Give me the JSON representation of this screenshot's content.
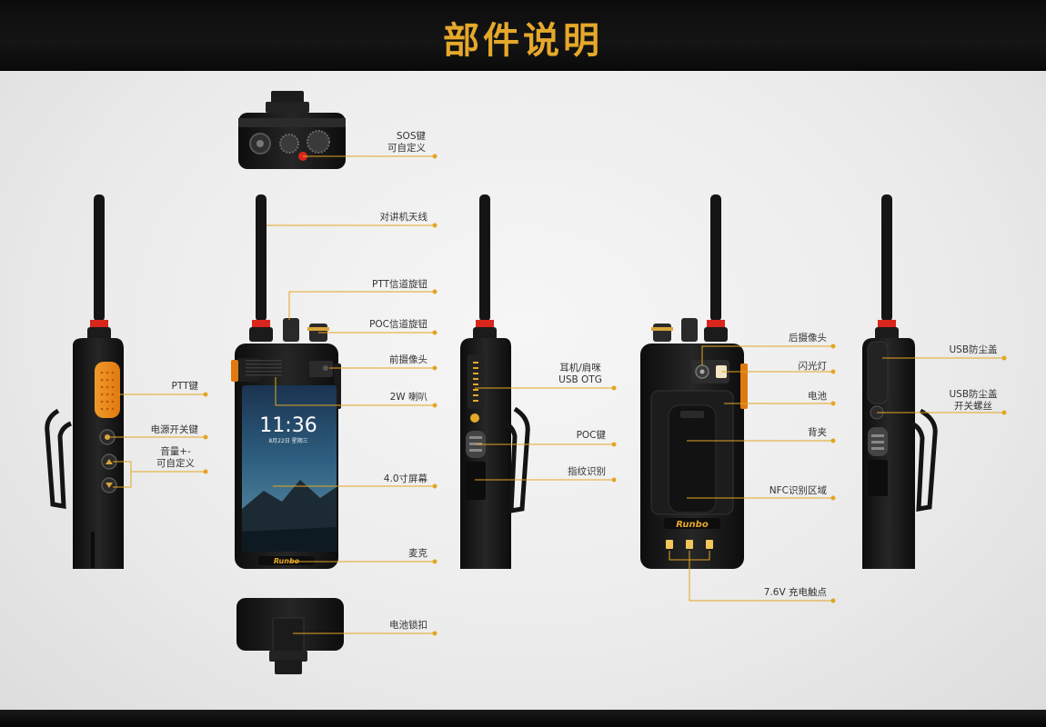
{
  "header": {
    "title": "部件说明"
  },
  "colors": {
    "accent": "#e5a82a",
    "leader": "#e3a524",
    "body": "#161616",
    "screen_top": "#1a3350"
  },
  "screen": {
    "time": "11:36",
    "date": "8月22日 星期三"
  },
  "brand": "Runbo",
  "labels": {
    "sos_line1": "SOS键",
    "sos_line2": "可自定义",
    "ptt": "PTT键",
    "power": "电源开关键",
    "volume_line1": "音量+-",
    "volume_line2": "可自定义",
    "antenna": "对讲机天线",
    "ptt_knob": "PTT信道旋钮",
    "poc_knob": "POC信道旋钮",
    "front_camera": "前摄像头",
    "speaker": "2W 喇叭",
    "screen_size": "4.0寸屏幕",
    "mic": "麦克",
    "battery_lock": "电池锁扣",
    "earphone_line1": "耳机/肩咪",
    "earphone_line2": "USB OTG",
    "poc_key": "POC键",
    "fingerprint": "指纹识别",
    "rear_camera": "后摄像头",
    "flash": "闪光灯",
    "battery": "电池",
    "back_clip": "背夹",
    "nfc": "NFC识别区域",
    "charge": "7.6V 充电触点",
    "usb_cover": "USB防尘盖",
    "usb_screw_line1": "USB防尘盖",
    "usb_screw_line2": "开关螺丝"
  }
}
